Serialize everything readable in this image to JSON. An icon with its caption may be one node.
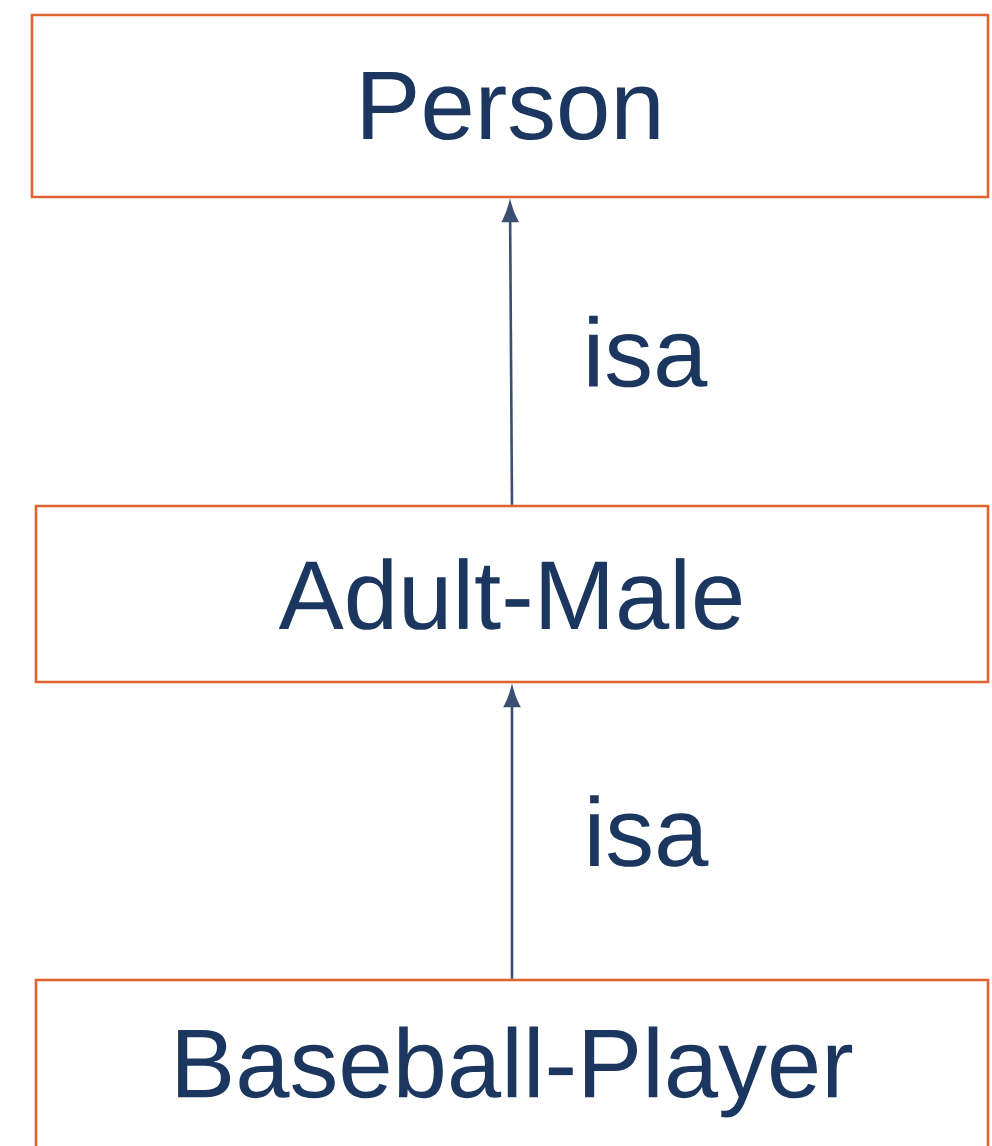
{
  "diagram": {
    "nodes": [
      {
        "text": [
          "Person"
        ]
      },
      {
        "text": [
          "Adult-Male"
        ]
      },
      {
        "text": [
          "Baseball-Player"
        ]
      }
    ],
    "edges": [
      {
        "from": 1,
        "to": 0,
        "arrow": "to",
        "label": "isa"
      },
      {
        "from": 2,
        "to": 1,
        "arrow": "to",
        "label": "isa"
      }
    ]
  }
}
